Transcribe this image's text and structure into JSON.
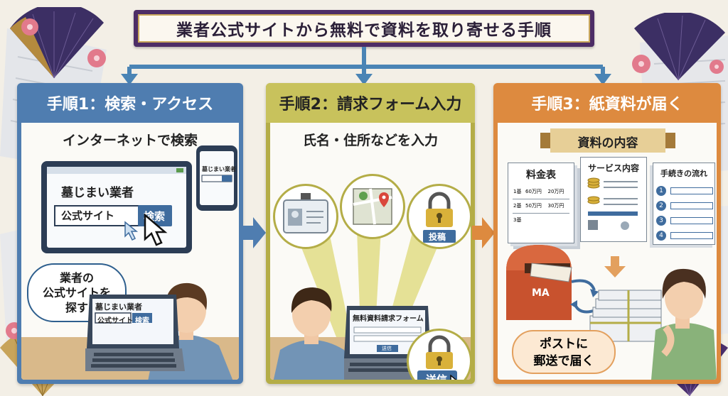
{
  "title": "業者公式サイトから無料で資料を取り寄せる手順",
  "colors": {
    "step1": "#4f7db0",
    "step2": "#b4ad47",
    "step3": "#dd8a3f",
    "title_frame": "#4d2d66",
    "arrow": "#4a84b5"
  },
  "steps": [
    {
      "header": "手順1：検索・アクセス",
      "subtitle": "インターネットで検索",
      "monitor_query": "墓じまい業者",
      "monitor_field": "公式サイト",
      "monitor_button": "検索",
      "phone_field": "墓じまい業者",
      "laptop_query": "墓じまい業者",
      "laptop_field": "公式サイト",
      "laptop_button": "検索",
      "speech": [
        "業者の",
        "公式サイトを",
        "探す"
      ]
    },
    {
      "header": "手順2：請求フォーム入力",
      "subtitle": "氏名・住所などを入力",
      "post_button": "投稿",
      "form_title": "無料資料請求フォーム",
      "form_send": "送信",
      "send_button": "送信"
    },
    {
      "header": "手順3：紙資料が届く",
      "banner": "資料の内容",
      "doc_price_title": "料金表",
      "price_rows": [
        [
          "1基",
          "60万円",
          "20万円"
        ],
        [
          "2基",
          "50万円",
          "30万円"
        ],
        [
          "3基",
          "",
          ""
        ]
      ],
      "doc_service_title": "サービス内容",
      "doc_flow_title": "手続きの流れ",
      "flow_numbers": [
        "1",
        "2",
        "3",
        "4"
      ],
      "mailbox_text": "MA",
      "caption": [
        "ポストに",
        "郵送で届く"
      ]
    }
  ]
}
